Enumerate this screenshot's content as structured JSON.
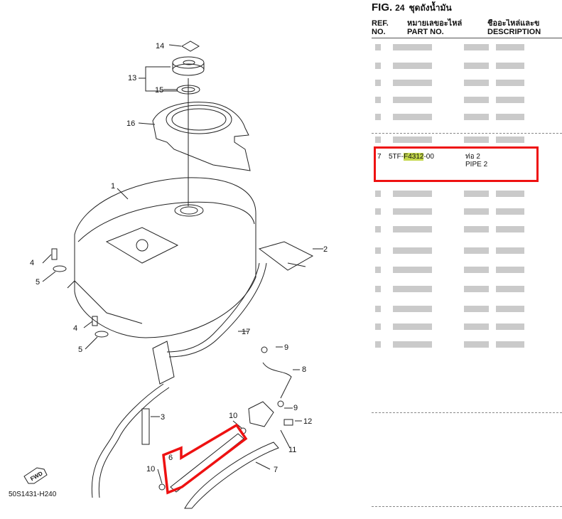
{
  "figure": {
    "label": "FIG.",
    "number": "24",
    "title": "ชุดถังน้ำมัน"
  },
  "columns": {
    "ref_line1": "REF.",
    "ref_line2": "NO.",
    "part_th": "หมายเลขอะไหล่",
    "part_en": "PART NO.",
    "desc_th": "ชื่ออะไหล่และข",
    "desc_en": "DESCRIPTION"
  },
  "highlighted_row": {
    "ref": "7",
    "part_prefix": "5TF-",
    "part_mark": "F4312",
    "part_suffix": "-00",
    "desc_th": "ท่อ 2",
    "desc_en": "PIPE 2"
  },
  "diagram": {
    "callouts": [
      "1",
      "2",
      "3",
      "4",
      "4",
      "5",
      "5",
      "6",
      "7",
      "8",
      "9",
      "9",
      "10",
      "10",
      "11",
      "12",
      "13",
      "14",
      "15",
      "16",
      "17"
    ],
    "fwd_label": "FWD",
    "code": "50S1431-H240"
  },
  "colors": {
    "highlight_red": "#ee1111",
    "highlight_mark": "#c4d84a"
  }
}
